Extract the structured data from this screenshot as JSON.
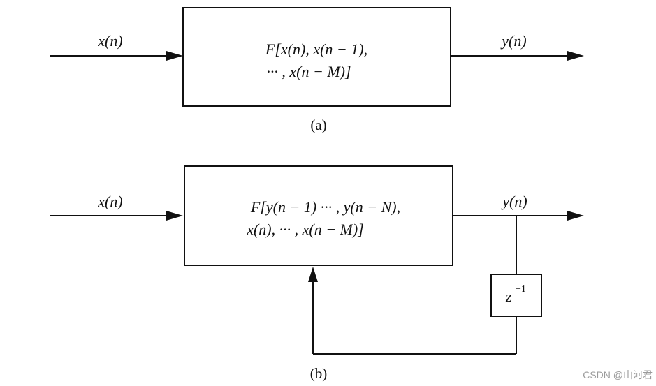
{
  "diagram_a": {
    "input_label": "x(n)",
    "output_label": "y(n)",
    "function_line1": "F[x(n), x(n − 1),",
    "function_line2": "··· , x(n − M)]",
    "caption": "(a)"
  },
  "diagram_b": {
    "input_label": "x(n)",
    "output_label": "y(n)",
    "function_line1": "F[y(n − 1) ··· , y(n − N),",
    "function_line2": "x(n), ··· , x(n − M)]",
    "delay_base": "z",
    "delay_exponent": "−1",
    "caption": "(b)"
  },
  "watermark": "CSDN @山河君"
}
